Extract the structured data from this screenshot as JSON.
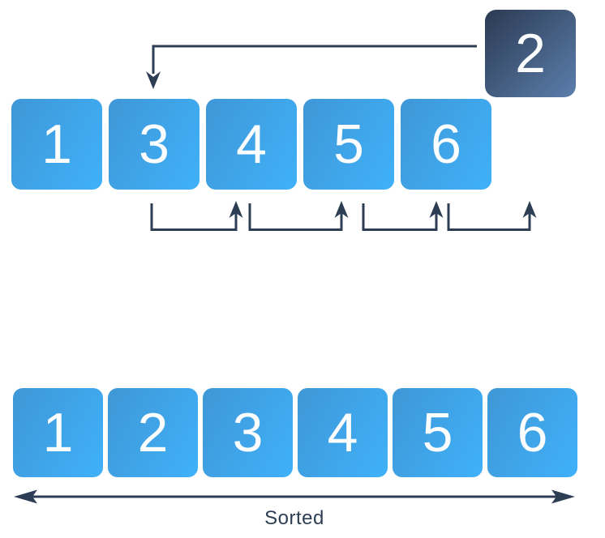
{
  "diagram": {
    "title": "insertion-sort-step",
    "insert_box": {
      "value": "2"
    },
    "top_row": [
      "1",
      "3",
      "4",
      "5",
      "6"
    ],
    "bottom_row": [
      "1",
      "2",
      "3",
      "4",
      "5",
      "6"
    ],
    "sorted_label": "Sorted",
    "shift_arrow_count": 4,
    "colors": {
      "cell_blue_gradient_start": "#3F97D6",
      "cell_blue_gradient_end": "#3FB1FA",
      "insert_box_gradient_start": "#2B3A52",
      "insert_box_gradient_end": "#5B7EAC",
      "arrow_navy": "#2d3e54",
      "number_text": "#fcfdfe",
      "background": "#ffffff"
    }
  }
}
